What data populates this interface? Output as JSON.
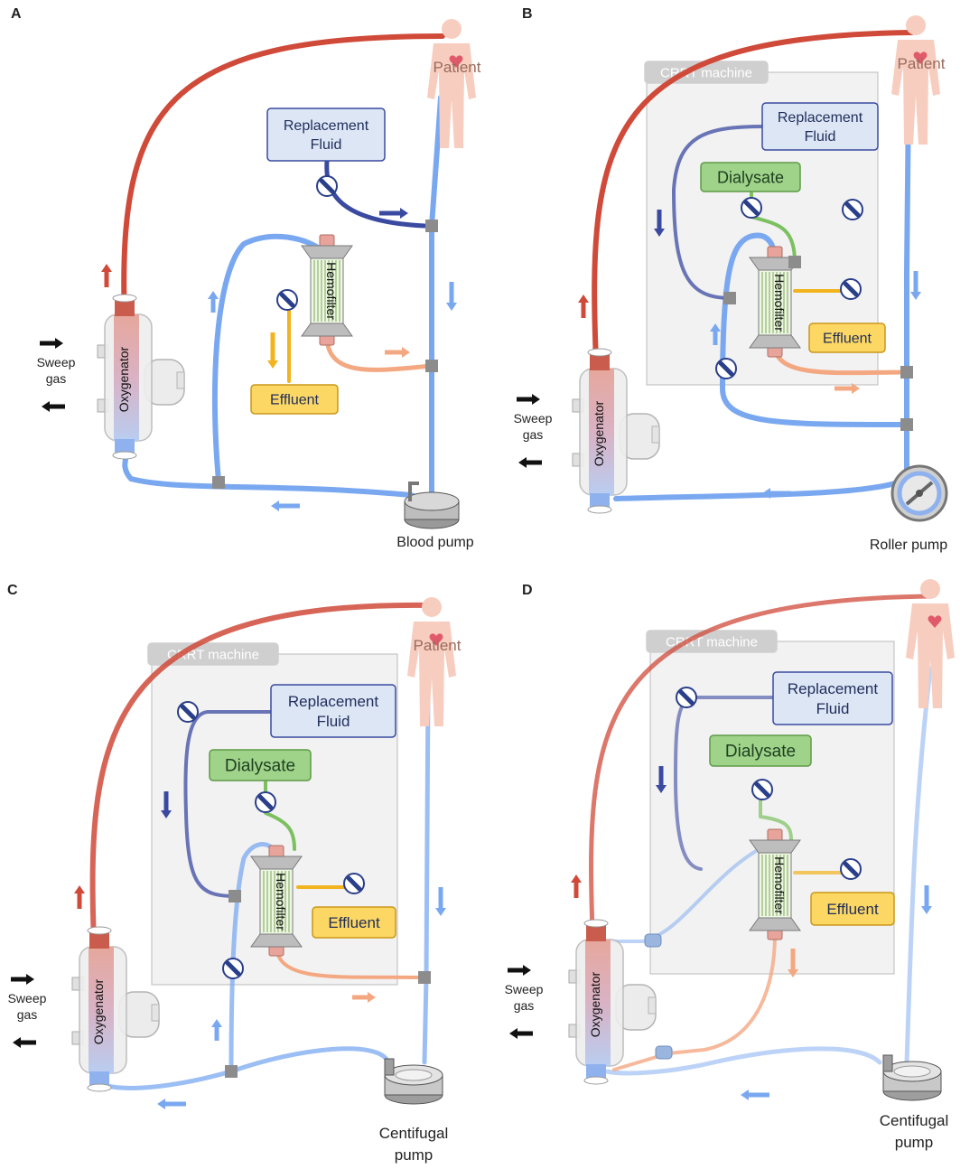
{
  "panels": [
    {
      "letter": "A",
      "replacement_fluid": [
        "Replacement",
        "Fluid"
      ],
      "filter": "Hemofilter",
      "effluent": "Effluent",
      "oxygenator": "Oxygenator",
      "sweep": [
        "Sweep",
        "gas"
      ],
      "patient": "Patient",
      "pump": [
        "Blood pump"
      ]
    },
    {
      "letter": "B",
      "machine": "CRRT machine",
      "replacement_fluid": [
        "Replacement",
        "Fluid"
      ],
      "dialysate": "Dialysate",
      "filter": "Hemofilter",
      "effluent": "Effluent",
      "oxygenator": "Oxygenator",
      "sweep": [
        "Sweep",
        "gas"
      ],
      "patient": "Patient",
      "pump": [
        "Roller pump"
      ]
    },
    {
      "letter": "C",
      "machine": "CRRT machine",
      "replacement_fluid": [
        "Replacement",
        "Fluid"
      ],
      "dialysate": "Dialysate",
      "filter": "Hemofilter",
      "effluent": "Effluent",
      "oxygenator": "Oxygenator",
      "sweep": [
        "Sweep",
        "gas"
      ],
      "patient": "Patient",
      "pump": [
        "Centifugal",
        "pump"
      ]
    },
    {
      "letter": "D",
      "machine": "CRRT machine",
      "replacement_fluid": [
        "Replacement",
        "Fluid"
      ],
      "dialysate": "Dialysate",
      "filter": "Hemofilter",
      "effluent": "Effluent",
      "oxygenator": "Oxygenator",
      "sweep": [
        "Sweep",
        "gas"
      ],
      "pump": [
        "Centifugal",
        "pump"
      ]
    }
  ],
  "colors": {
    "arterial": "#d04a3a",
    "venous": "#7aa8f0",
    "replacement_line": "#3a4aa0",
    "dialysate_line": "#7cc060",
    "effluent_line": "#f2b41e",
    "return_line": "#f4a882",
    "machine_bg": "#f2f2f2",
    "replacement_box": "#dde6f5",
    "dialysate_box": "#9fd38a",
    "effluent_box": "#fcd764"
  }
}
